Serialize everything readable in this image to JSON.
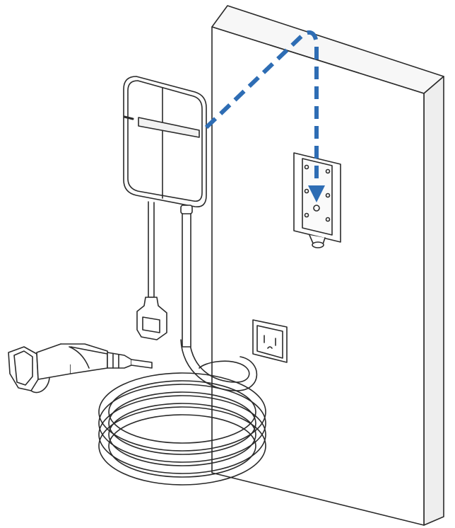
{
  "diagram": {
    "subject": "ev-charger-wall-mount-installation",
    "colors": {
      "line": "#2a2a2a",
      "arrow": "#2e6db4",
      "fill": "#ffffff",
      "panel": "#f4f4f4"
    },
    "parts": [
      {
        "id": "wall",
        "icon": "wall-panel"
      },
      {
        "id": "mounting-bracket",
        "icon": "bracket"
      },
      {
        "id": "charger-unit",
        "icon": "wallbox"
      },
      {
        "id": "power-plug",
        "icon": "plug"
      },
      {
        "id": "outlet",
        "icon": "power-outlet"
      },
      {
        "id": "charging-connector",
        "icon": "ev-connector"
      },
      {
        "id": "coiled-cable",
        "icon": "cable"
      }
    ],
    "arrow": {
      "from": "charger-unit",
      "to": "mounting-bracket",
      "style": "dashed"
    }
  }
}
